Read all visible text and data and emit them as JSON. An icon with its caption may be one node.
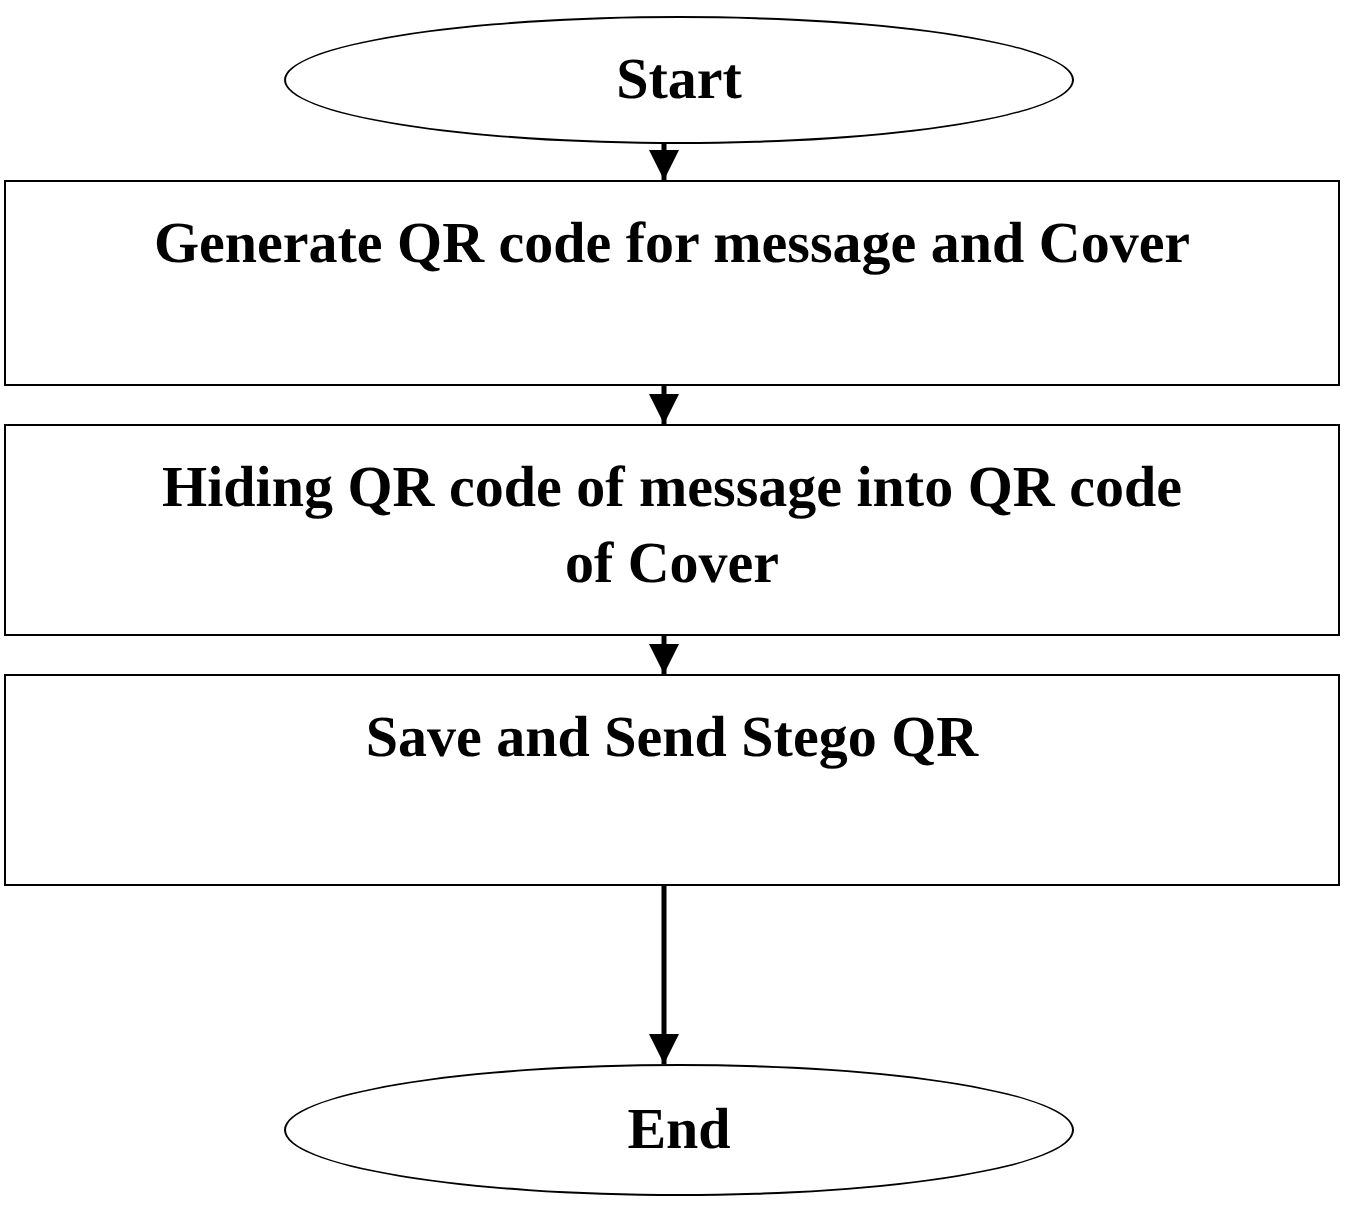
{
  "diagram": {
    "nodes": [
      {
        "text": [
          "Start"
        ]
      },
      {
        "text": [
          "Generate QR code for message and Cover"
        ]
      },
      {
        "text": [
          "Hiding QR code of message into QR code of Cover"
        ]
      },
      {
        "text": [
          "Save and Send Stego QR"
        ]
      },
      {
        "text": [
          "End"
        ]
      }
    ],
    "edges": [
      {
        "from": 0,
        "to": 1,
        "arrow": "to"
      },
      {
        "from": 1,
        "to": 2,
        "arrow": "to"
      },
      {
        "from": 2,
        "to": 3,
        "arrow": "to"
      },
      {
        "from": 3,
        "to": 4,
        "arrow": "to"
      }
    ]
  }
}
